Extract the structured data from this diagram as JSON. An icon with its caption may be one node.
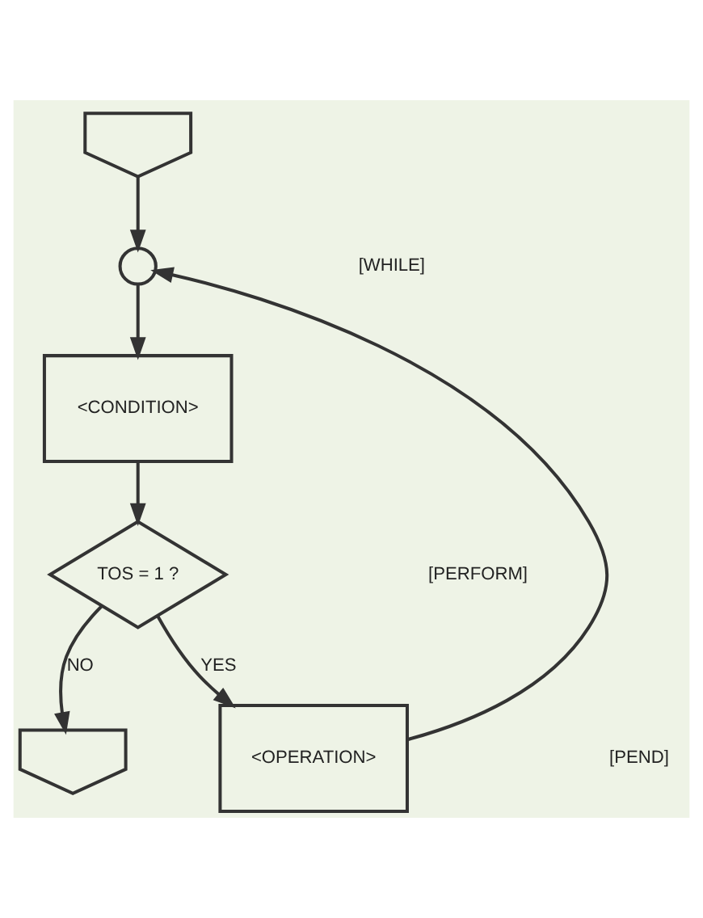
{
  "diagram": {
    "nodes": [
      {
        "text": [],
        "shape": "pentagon"
      },
      {
        "text": [],
        "shape": "circle"
      },
      {
        "text": [
          "<CONDITION>"
        ]
      },
      {
        "text": [
          "TOS = 1 ?"
        ]
      },
      {
        "text": [],
        "shape": "pentagon"
      },
      {
        "text": [
          "<OPERATION>"
        ]
      }
    ],
    "edges": [
      {
        "from": 0,
        "to": 1,
        "arrow": "to"
      },
      {
        "from": 1,
        "to": 2,
        "arrow": "to"
      },
      {
        "from": 2,
        "to": 3,
        "arrow": "to"
      },
      {
        "from": 3,
        "to": 4,
        "arrow": "to",
        "label": "NO"
      },
      {
        "from": 3,
        "to": 5,
        "arrow": "to",
        "label": "YES"
      },
      {
        "from": 5,
        "to": 1,
        "arrow": "to"
      }
    ],
    "labels": [
      "[WHILE]",
      "[PERFORM]",
      "[PEND]"
    ]
  }
}
